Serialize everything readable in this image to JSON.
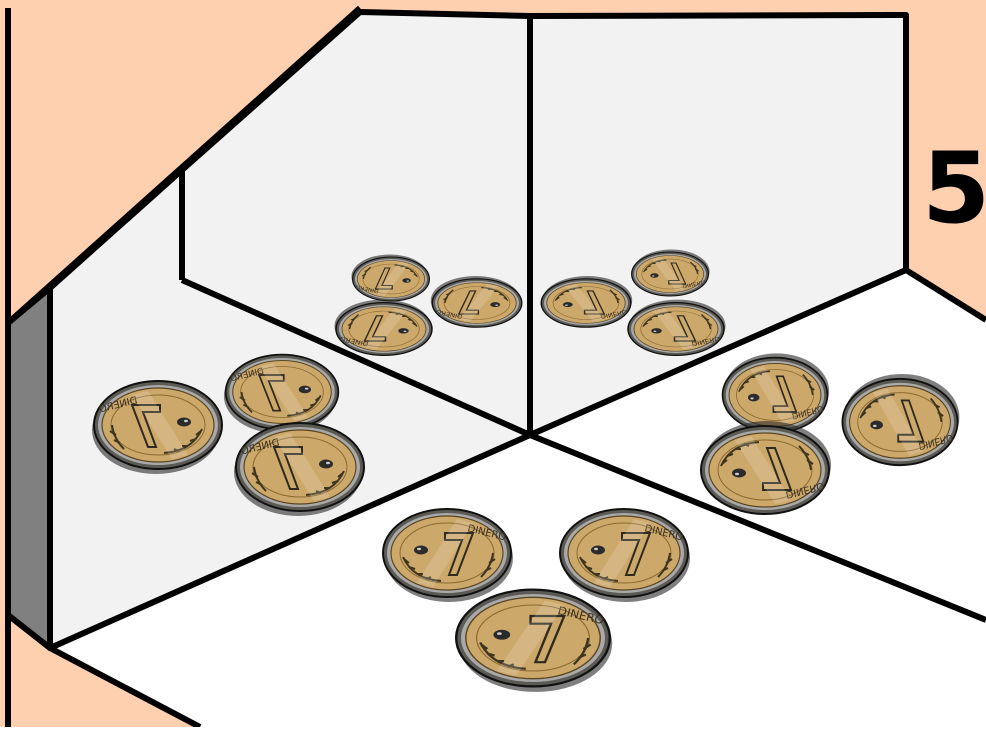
{
  "puzzle": {
    "number": "5",
    "coin_text": "DINERO",
    "coin_value": "7"
  },
  "colors": {
    "background": "#ffd0b0",
    "mirror": "#f2f2f2",
    "floor": "#ffffff",
    "edge": "#000000",
    "mirror_side": "#808080",
    "coin_rim": "#5c5a55",
    "coin_body": "#cda86b",
    "coin_ink": "#2e2a20"
  }
}
